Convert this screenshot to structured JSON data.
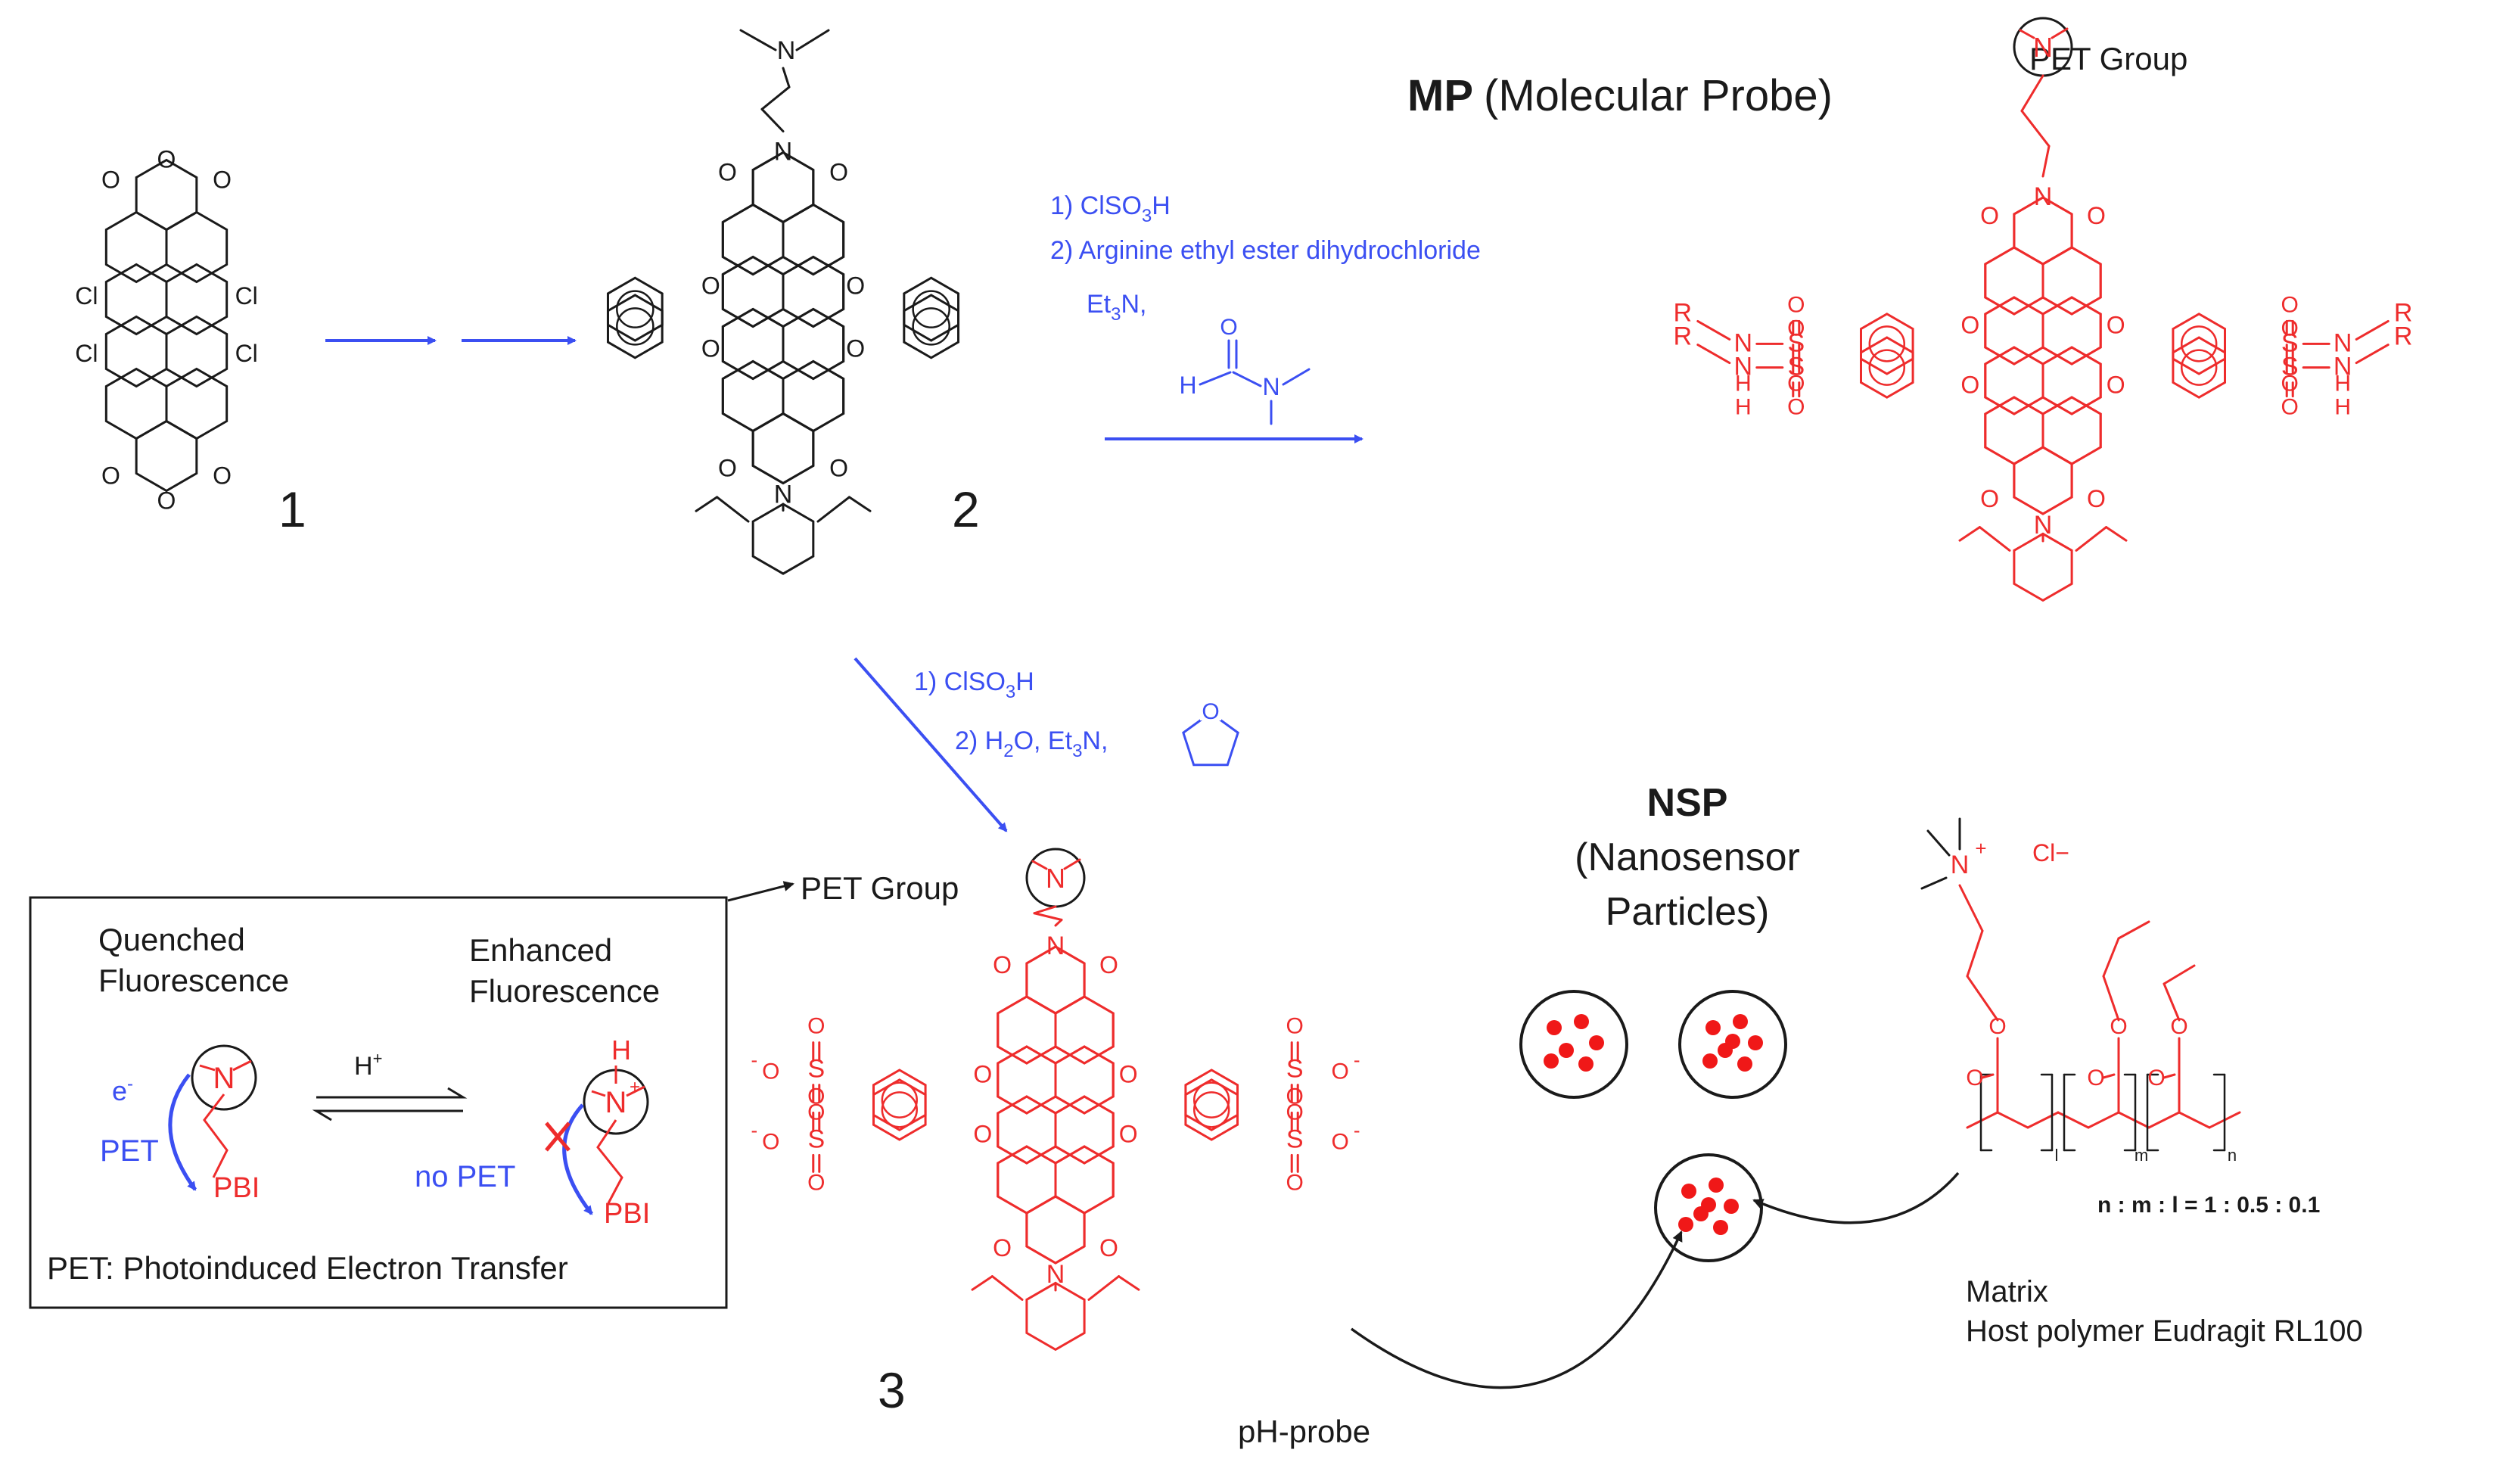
{
  "colors": {
    "black": "#1a1a1a",
    "red": "#ee2c2c",
    "blue": "#3b4ff2",
    "particle_dot": "#f01818"
  },
  "compounds": {
    "c1_label": "1",
    "c2_label": "2",
    "c3_label": "3",
    "atoms": {
      "O": "O",
      "N": "N",
      "H": "H",
      "R": "R",
      "S": "S",
      "Cl": "Cl"
    },
    "mp_title_bold": "MP",
    "mp_title_rest": "(Molecular Probe)",
    "pet_group": "PET Group"
  },
  "reactions": {
    "mp_route": {
      "step1": "1) ClSO",
      "step1_sub": "3",
      "step1_end": "H",
      "step2": "2) Arginine ethyl ester dihydrochloride",
      "base": "Et",
      "base_sub": "3",
      "base_end": "N,"
    },
    "c3_route": {
      "step1": "1) ClSO",
      "step1_sub": "3",
      "step1_end": "H",
      "step2": "2) H",
      "step2_sub": "2",
      "step2_mid": "O, Et",
      "step2_sub2": "3",
      "step2_end": "N,"
    }
  },
  "pet_box": {
    "left_title_1": "Quenched",
    "left_title_2": "Fluorescence",
    "right_title_1": "Enhanced",
    "right_title_2": "Fluorescence",
    "proton": "H",
    "proton_sup": "+",
    "electron": "e",
    "electron_sup": "-",
    "pet": "PET",
    "no_pet": "no PET",
    "pbi": "PBI",
    "footer": "PET: Photoinduced Electron Transfer"
  },
  "nsp": {
    "title_bold": "NSP",
    "title_line2": "(Nanosensor",
    "title_line3": "Particles)",
    "counter_ion": "Cl",
    "counter_sup": "−",
    "ratio": "n : m : l = 1 : 0.5 : 0.1",
    "sub_n": "n",
    "sub_m": "m",
    "sub_l": "l",
    "matrix_1": "Matrix",
    "matrix_2": "Host polymer Eudragit RL100",
    "probe_label": "pH-probe"
  },
  "sulfonate": {
    "minus": "-"
  }
}
